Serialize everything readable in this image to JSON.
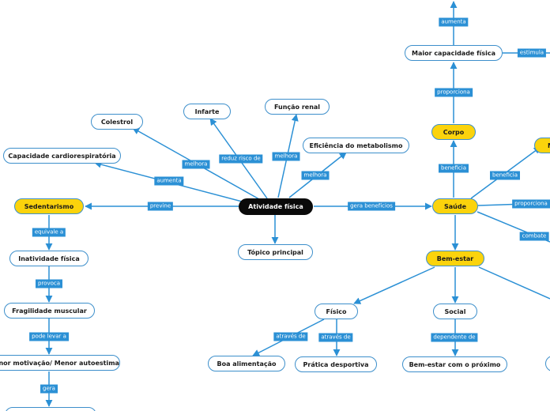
{
  "colors": {
    "edge": "#2b90d5",
    "label_bg": "#2b90d5",
    "yellow": "#fbd30c",
    "root": "#0a0a0a"
  },
  "nodes": {
    "root": "Atividade física",
    "topico": "Tópico principal",
    "colesterol": "Colestrol",
    "infarte": "Infarte",
    "funcao_renal": "Função renal",
    "eficiencia": "Eficiência do metabolismo",
    "capacidade_cardio": "Capacidade cardiorespiratória",
    "sedentarismo": "Sedentarismo",
    "inatividade": "Inatividade física",
    "fragilidade": "Fragilidade muscular",
    "menor_motivacao": "Menor motivação/ Menor autoestima",
    "saude": "Saúde",
    "corpo": "Corpo",
    "maior_capacidade": "Maior capacidade física",
    "bem_estar": "Bem-estar",
    "fisico": "Físico",
    "social": "Social",
    "boa_alimentacao": "Boa alimentação",
    "pratica_desportiva": "Prática desportiva",
    "bem_estar_proximo": "Bem-estar com o próximo"
  },
  "links": {
    "melhora_colesterol": "melhora",
    "reduz_risco": "reduz risco de",
    "melhora_renal": "melhora",
    "melhora_metabolismo": "melhora",
    "aumenta_cardio": "aumenta",
    "previne": "previne",
    "gera_beneficios": "gera benefícios",
    "equivale": "equivale a",
    "provoca": "provoca",
    "pode_levar": "pode levar a",
    "gera": "gera",
    "beneficia_corpo": "beneficia",
    "proporciona_corpo": "proporciona",
    "aumenta_top": "aumenta",
    "estimula": "estimula",
    "beneficia_right": "beneficia",
    "proporciona_right": "proporciona",
    "combate": "combate",
    "atraves_boa": "através de",
    "atraves_pratica": "através de",
    "dependente": "dependente de"
  }
}
